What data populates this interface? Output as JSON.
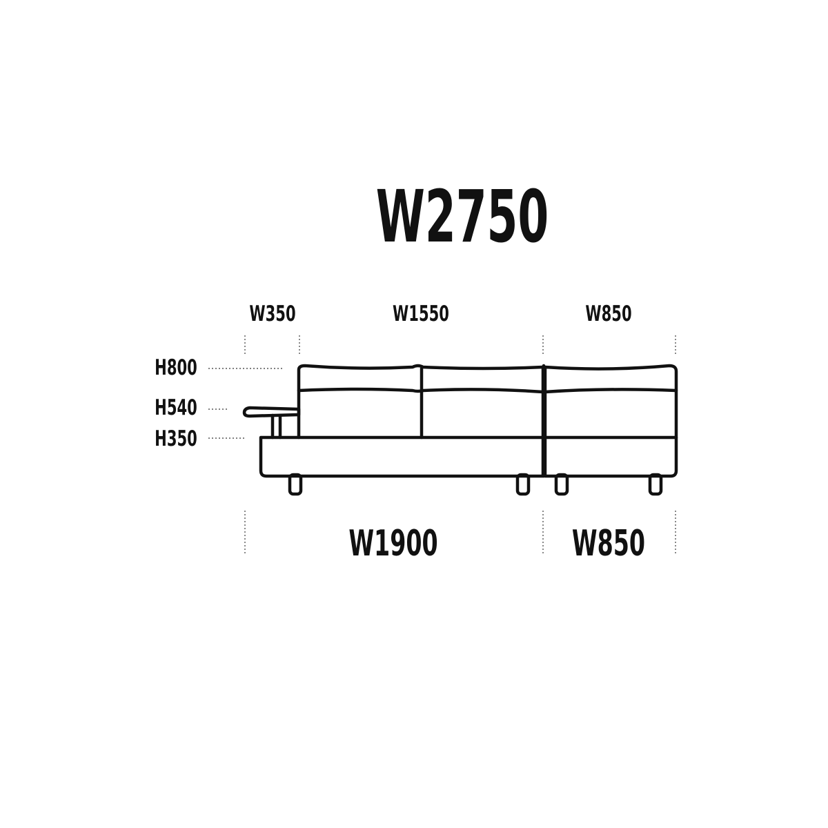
{
  "diagram": {
    "total_width_label": "W2750",
    "top_widths": {
      "arm": "W350",
      "main_seat": "W1550",
      "side_module": "W850"
    },
    "bottom_widths": {
      "main_unit": "W1900",
      "side_module": "W850"
    },
    "heights": {
      "back": "H800",
      "armrest": "H540",
      "seat": "H350"
    },
    "line_color": "#111111",
    "guide_color": "#555555"
  }
}
